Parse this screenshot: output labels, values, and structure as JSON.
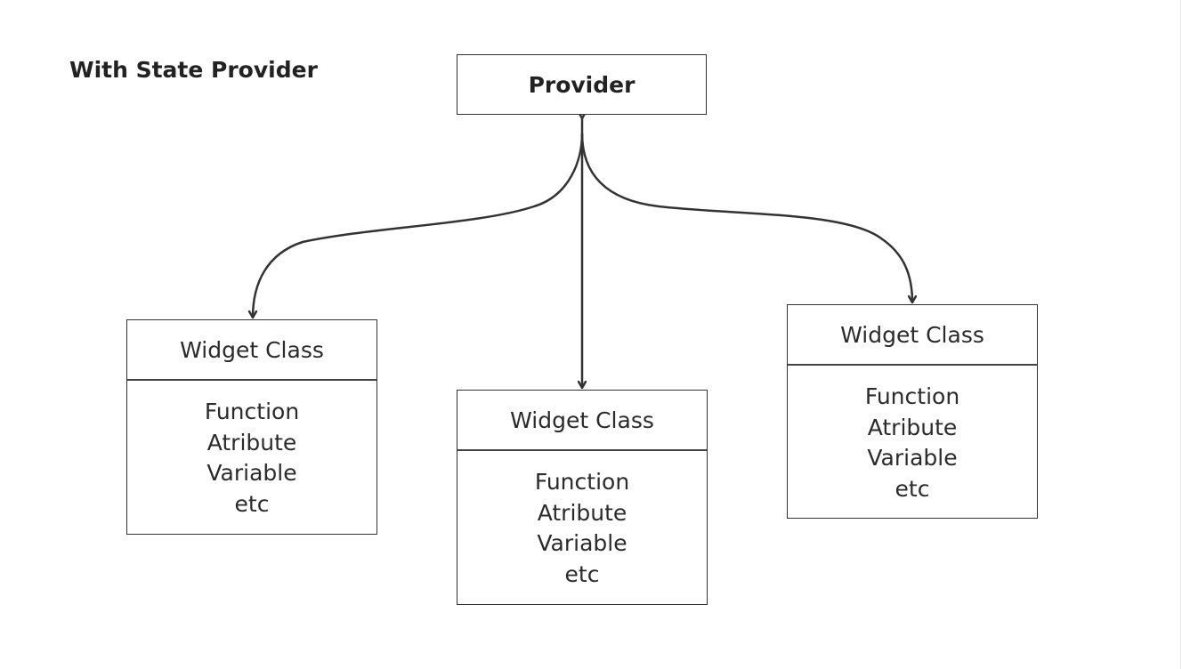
{
  "title": "With State Provider",
  "provider": {
    "label": "Provider"
  },
  "widgets": [
    {
      "title": "Widget Class",
      "members": [
        "Function",
        "Atribute",
        "Variable",
        "etc"
      ]
    },
    {
      "title": "Widget Class",
      "members": [
        "Function",
        "Atribute",
        "Variable",
        "etc"
      ]
    },
    {
      "title": "Widget Class",
      "members": [
        "Function",
        "Atribute",
        "Variable",
        "etc"
      ]
    }
  ],
  "colors": {
    "stroke": "#333333",
    "text": "#2b2b2b",
    "background": "#ffffff"
  }
}
